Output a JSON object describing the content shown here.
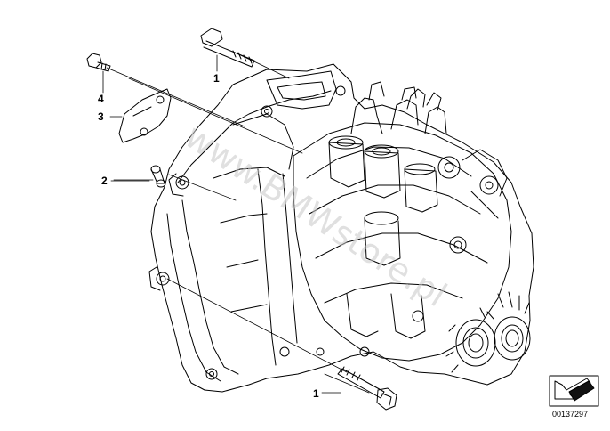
{
  "diagram": {
    "callouts": [
      {
        "id": "bolt-top",
        "label": "1"
      },
      {
        "id": "bolt-small",
        "label": "4"
      },
      {
        "id": "bracket",
        "label": "3"
      },
      {
        "id": "sleeve",
        "label": "2"
      },
      {
        "id": "bolt-bottom",
        "label": "1"
      }
    ],
    "watermark": "www.BMWstore.pl",
    "document_number": "00137297",
    "colors": {
      "line": "#000000",
      "watermark": "#c8c8c8"
    }
  }
}
